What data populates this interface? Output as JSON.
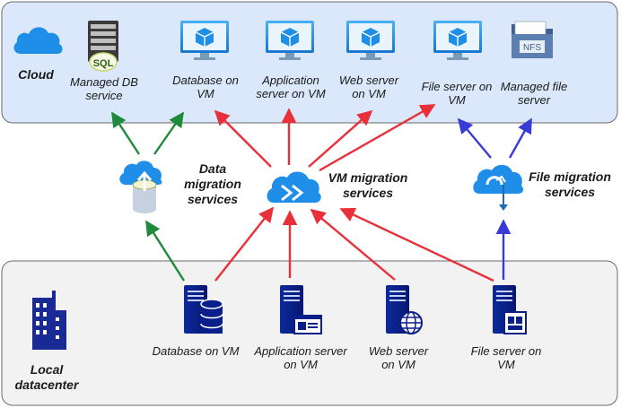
{
  "cloud": {
    "label": "Cloud",
    "services": [
      {
        "id": "managed-db",
        "label": "Managed DB service",
        "icon": "sql-server-icon"
      },
      {
        "id": "db-vm",
        "label": "Database on VM",
        "icon": "vm-monitor-icon"
      },
      {
        "id": "app-vm",
        "label": "Application server on VM",
        "icon": "vm-monitor-icon"
      },
      {
        "id": "web-vm",
        "label": "Web server on VM",
        "icon": "vm-monitor-icon"
      },
      {
        "id": "file-vm",
        "label": "File server on VM",
        "icon": "vm-monitor-icon"
      },
      {
        "id": "managed-file",
        "label": "Managed file server",
        "icon": "nfs-folder-icon"
      }
    ]
  },
  "migration": {
    "data": "Data migration services",
    "vm": "VM migration services",
    "file": "File migration services"
  },
  "local": {
    "label": "Local datacenter",
    "servers": [
      {
        "id": "db-local",
        "label": "Database on VM",
        "icon": "server-database-icon"
      },
      {
        "id": "app-local",
        "label": "Application server on VM",
        "icon": "server-application-icon"
      },
      {
        "id": "web-local",
        "label": "Web server on VM",
        "icon": "server-web-icon"
      },
      {
        "id": "file-local",
        "label": "File server on VM",
        "icon": "server-file-icon"
      }
    ]
  },
  "colors": {
    "cloud_region": "#dbe8fb",
    "local_region": "#f2f2f2",
    "data_arrow": "#1e8a3c",
    "vm_arrow": "#e8303a",
    "file_arrow": "#3a3ad6",
    "azure_blue": "#1f8ee8",
    "server_navy": "#0a1f8c"
  }
}
